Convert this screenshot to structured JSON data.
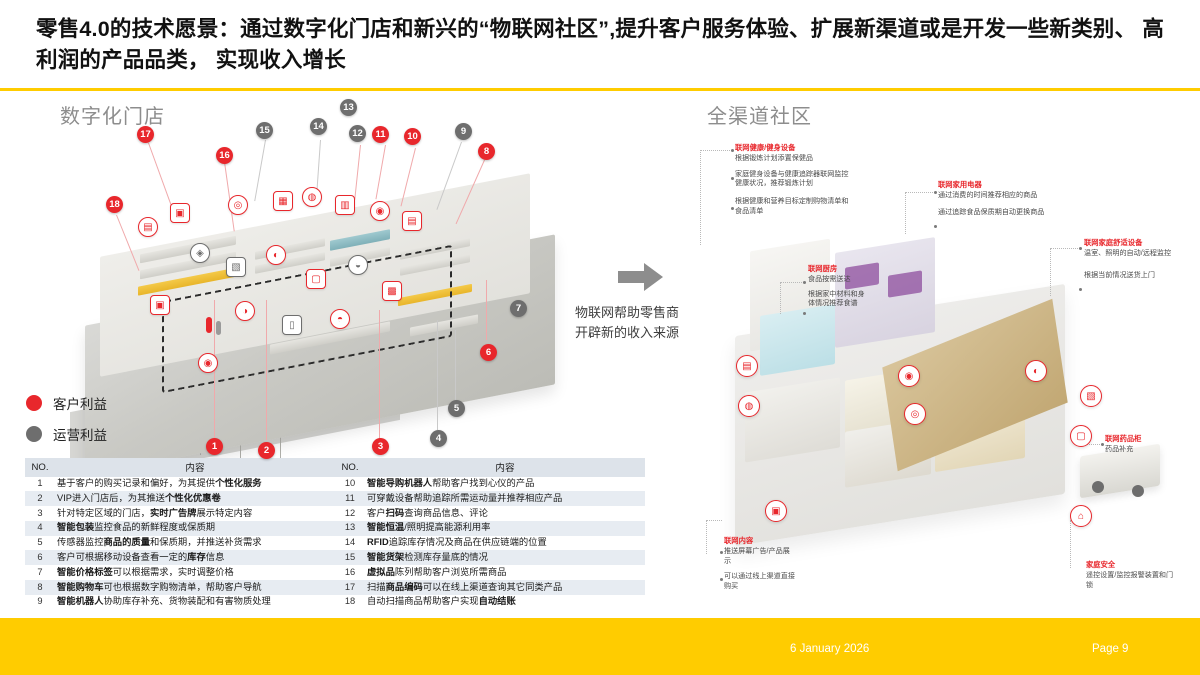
{
  "slide": {
    "title": "零售4.0的技术愿景：通过数字化门店和新兴的“物联网社区”,提升客户服务体验、扩展新渠道或是开发一些新类别、 高利润的产品品类， 实现收入增长",
    "accent_color": "#FFCC00",
    "customer_color": "#E8272C",
    "operations_color": "#6E6E6E"
  },
  "panels": {
    "left_label": "数字化门店",
    "right_label": "全渠道社区"
  },
  "center": {
    "arrow_icon": "arrow-right-icon",
    "caption_line1": "物联网帮助零售商",
    "caption_line2": "开辟新的收入来源"
  },
  "legend": [
    {
      "label": "客户利益",
      "color": "#E8272C",
      "key": "customer-benefit"
    },
    {
      "label": "运营利益",
      "color": "#6E6E6E",
      "key": "operations-benefit"
    }
  ],
  "store_markers": [
    {
      "n": "1",
      "type": "red"
    },
    {
      "n": "2",
      "type": "red"
    },
    {
      "n": "3",
      "type": "red"
    },
    {
      "n": "4",
      "type": "gray"
    },
    {
      "n": "5",
      "type": "gray"
    },
    {
      "n": "6",
      "type": "red"
    },
    {
      "n": "7",
      "type": "gray"
    },
    {
      "n": "8",
      "type": "red"
    },
    {
      "n": "9",
      "type": "gray"
    },
    {
      "n": "10",
      "type": "red"
    },
    {
      "n": "11",
      "type": "red"
    },
    {
      "n": "12",
      "type": "gray"
    },
    {
      "n": "13",
      "type": "gray"
    },
    {
      "n": "14",
      "type": "gray"
    },
    {
      "n": "15",
      "type": "gray"
    },
    {
      "n": "16",
      "type": "red"
    },
    {
      "n": "17",
      "type": "red"
    },
    {
      "n": "18",
      "type": "gray"
    }
  ],
  "table": {
    "headers": {
      "no": "NO.",
      "content": "内容"
    },
    "left_rows": [
      {
        "no": "1",
        "html": "基于客户的购买记录和偏好，为其提供<b>个性化服务</b>"
      },
      {
        "no": "2",
        "html": "VIP进入门店后，为其推送<b>个性化优惠卷</b>"
      },
      {
        "no": "3",
        "html": "针对特定区域的门店，<b>实时广告牌</b>展示特定内容"
      },
      {
        "no": "4",
        "html": "<b>智能包装</b>监控食品的新鲜程度或保质期"
      },
      {
        "no": "5",
        "html": "传感器监控<b>商品的质量</b>和保质期，并推送补货需求"
      },
      {
        "no": "6",
        "html": "客户可根据移动设备查看一定的<b>库存</b>信息"
      },
      {
        "no": "7",
        "html": "<b>智能价格标签</b>可以根据需求，实时调整价格"
      },
      {
        "no": "8",
        "html": "<b>智能购物车</b>可也根据数字购物清单，帮助客户导航"
      },
      {
        "no": "9",
        "html": "<b>智能机器人</b>协助库存补充、货物装配和有害物质处理"
      }
    ],
    "right_rows": [
      {
        "no": "10",
        "html": "<b>智能导购机器人</b>帮助客户找到心仪的产品"
      },
      {
        "no": "11",
        "html": "可穿戴设备帮助追踪所需运动量并推荐相应产品"
      },
      {
        "no": "12",
        "html": "客户<b>扫码</b>查询商品信息、评论"
      },
      {
        "no": "13",
        "html": "<b>智能恒温</b>/照明提高能源利用率"
      },
      {
        "no": "14",
        "html": "<b>RFID</b>追踪库存情况及商品在供应链端的位置"
      },
      {
        "no": "15",
        "html": "<b>智能货架</b>检测库存量底的情况"
      },
      {
        "no": "16",
        "html": "<b>虚拟品</b>陈列帮助客户浏览所需商品"
      },
      {
        "no": "17",
        "html": "扫描<b>商品编码</b>可以在线上渠道查询其它同类产品"
      },
      {
        "no": "18",
        "html": "自动扫描商品帮助客户实现<b>自动结账</b>"
      }
    ]
  },
  "community_annotations": [
    {
      "key": "health-fitness",
      "heading": "联网健康/健身设备",
      "bullets": [
        "根据锻炼计划添置保健品",
        "家庭健身设备与健康追踪器联网监控健康状况，推荐锻炼计划",
        "根据健康和营养目标定制购物清单和食品清单"
      ]
    },
    {
      "key": "appliances",
      "heading": "联网家用电器",
      "bullets": [
        "通过消费的时间推荐相应的商品",
        "通过追踪食品保质期自动更换商品"
      ]
    },
    {
      "key": "comfort",
      "heading": "联网家庭舒适设备",
      "bullets": [
        "温室、照明的自动/远程监控",
        "根据当前情况送货上门"
      ]
    },
    {
      "key": "kitchen",
      "heading": "联网厨房",
      "bullets": [
        "食品按需送达",
        "根据家中材料和身体情况推荐食谱"
      ]
    },
    {
      "key": "content",
      "heading": "联网内容",
      "bullets": [
        "推送屏幕广告/产品展示",
        "可以通过线上渠道直接购买"
      ]
    },
    {
      "key": "medicine-cabinet",
      "heading": "联网药品柜",
      "bullets": [
        "药品补充"
      ]
    },
    {
      "key": "home-security",
      "heading": "家庭安全",
      "bullets": [
        "遥控设置/监控报警装置和门锁"
      ]
    }
  ],
  "footer": {
    "date": "6 January 2026",
    "page": "Page 9"
  }
}
